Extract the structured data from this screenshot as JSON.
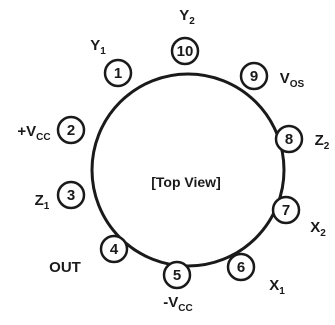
{
  "title": "",
  "center_label": "[Top View]",
  "colors": {
    "stroke": "#1a1a1a",
    "background": "#ffffff"
  },
  "pins": [
    {
      "number": "1",
      "label": "Y",
      "subscript": "1"
    },
    {
      "number": "2",
      "label": "+V",
      "subscript": "CC"
    },
    {
      "number": "3",
      "label": "Z",
      "subscript": "1"
    },
    {
      "number": "4",
      "label": "OUT",
      "subscript": ""
    },
    {
      "number": "5",
      "label": "-V",
      "subscript": "CC"
    },
    {
      "number": "6",
      "label": "X",
      "subscript": "1"
    },
    {
      "number": "7",
      "label": "X",
      "subscript": "2"
    },
    {
      "number": "8",
      "label": "Z",
      "subscript": "2"
    },
    {
      "number": "9",
      "label": "V",
      "subscript": "OS"
    },
    {
      "number": "10",
      "label": "Y",
      "subscript": "2"
    }
  ]
}
